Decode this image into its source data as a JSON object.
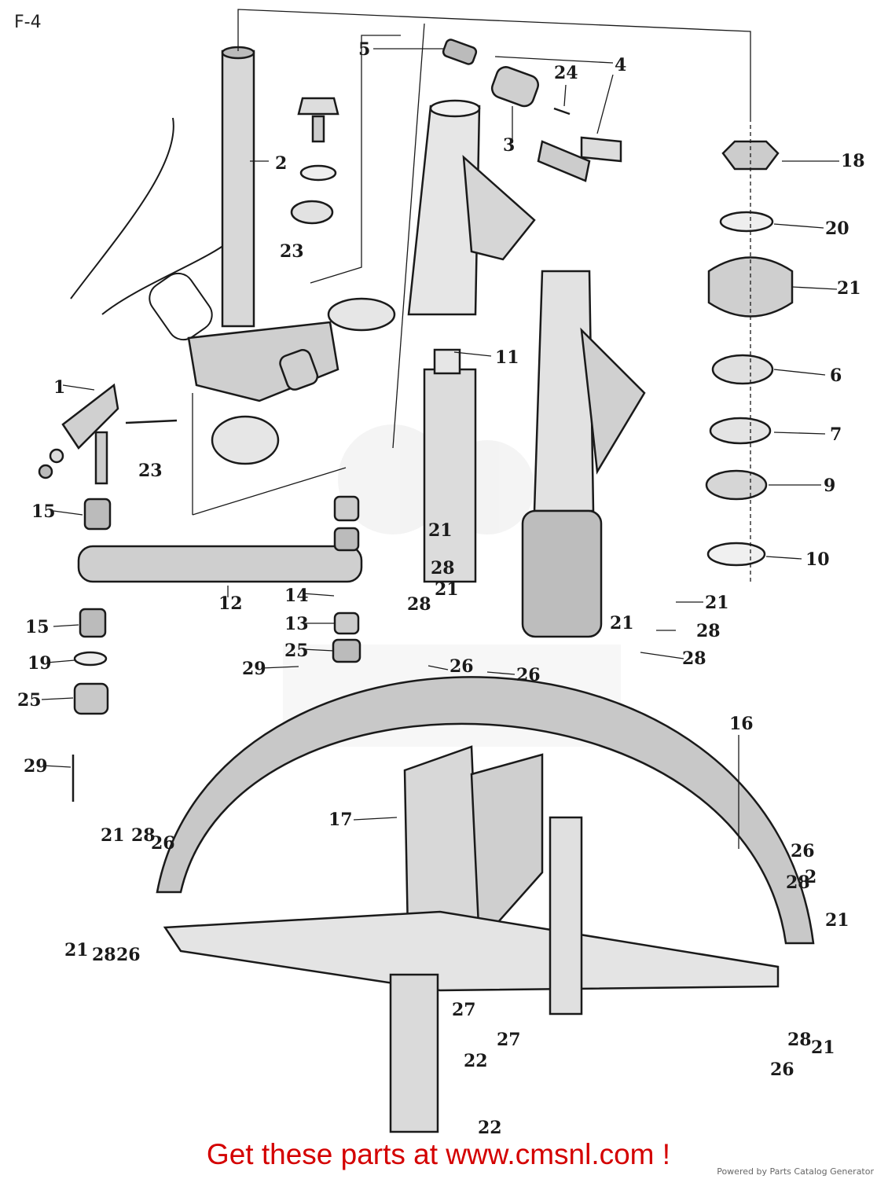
{
  "page": {
    "title": "F-4",
    "promo_text": "Get these parts at www.cmsnl.com !",
    "credit_text": "Powered by Parts Catalog Generator"
  },
  "callouts": [
    {
      "id": "c1",
      "label": "1"
    },
    {
      "id": "c2",
      "label": "2"
    },
    {
      "id": "c3",
      "label": "3"
    },
    {
      "id": "c4",
      "label": "4"
    },
    {
      "id": "c5",
      "label": "5"
    },
    {
      "id": "c6",
      "label": "6"
    },
    {
      "id": "c7",
      "label": "7"
    },
    {
      "id": "c9",
      "label": "9"
    },
    {
      "id": "c10",
      "label": "10"
    },
    {
      "id": "c11",
      "label": "11"
    },
    {
      "id": "c12",
      "label": "12"
    },
    {
      "id": "c13",
      "label": "13"
    },
    {
      "id": "c14",
      "label": "14"
    },
    {
      "id": "c15a",
      "label": "15"
    },
    {
      "id": "c15b",
      "label": "15"
    },
    {
      "id": "c16",
      "label": "16"
    },
    {
      "id": "c17",
      "label": "17"
    },
    {
      "id": "c18",
      "label": "18"
    },
    {
      "id": "c19",
      "label": "19"
    },
    {
      "id": "c20",
      "label": "20"
    },
    {
      "id": "c21a",
      "label": "21"
    },
    {
      "id": "c21b",
      "label": "21"
    },
    {
      "id": "c21c",
      "label": "21"
    },
    {
      "id": "c21d",
      "label": "21"
    },
    {
      "id": "c21e",
      "label": "21"
    },
    {
      "id": "c21f",
      "label": "21"
    },
    {
      "id": "c21g",
      "label": "21"
    },
    {
      "id": "c21h",
      "label": "21"
    },
    {
      "id": "c21i",
      "label": "21"
    },
    {
      "id": "c22a",
      "label": "22"
    },
    {
      "id": "c22b",
      "label": "22"
    },
    {
      "id": "c23a",
      "label": "23"
    },
    {
      "id": "c23b",
      "label": "23"
    },
    {
      "id": "c24",
      "label": "24"
    },
    {
      "id": "c25a",
      "label": "25"
    },
    {
      "id": "c25b",
      "label": "25"
    },
    {
      "id": "c26a",
      "label": "26"
    },
    {
      "id": "c26b",
      "label": "26"
    },
    {
      "id": "c26c",
      "label": "26"
    },
    {
      "id": "c26d",
      "label": "26"
    },
    {
      "id": "c26e",
      "label": "26"
    },
    {
      "id": "c26f",
      "label": "26"
    },
    {
      "id": "c26g",
      "label": "2"
    },
    {
      "id": "c27a",
      "label": "27"
    },
    {
      "id": "c27b",
      "label": "27"
    },
    {
      "id": "c28a",
      "label": "28"
    },
    {
      "id": "c28b",
      "label": "28"
    },
    {
      "id": "c28c",
      "label": "28"
    },
    {
      "id": "c28d",
      "label": "28"
    },
    {
      "id": "c28e",
      "label": "28"
    },
    {
      "id": "c28f",
      "label": "28"
    },
    {
      "id": "c28g",
      "label": "28"
    },
    {
      "id": "c28h",
      "label": "28"
    },
    {
      "id": "c29a",
      "label": "29"
    },
    {
      "id": "c29b",
      "label": "29"
    }
  ]
}
